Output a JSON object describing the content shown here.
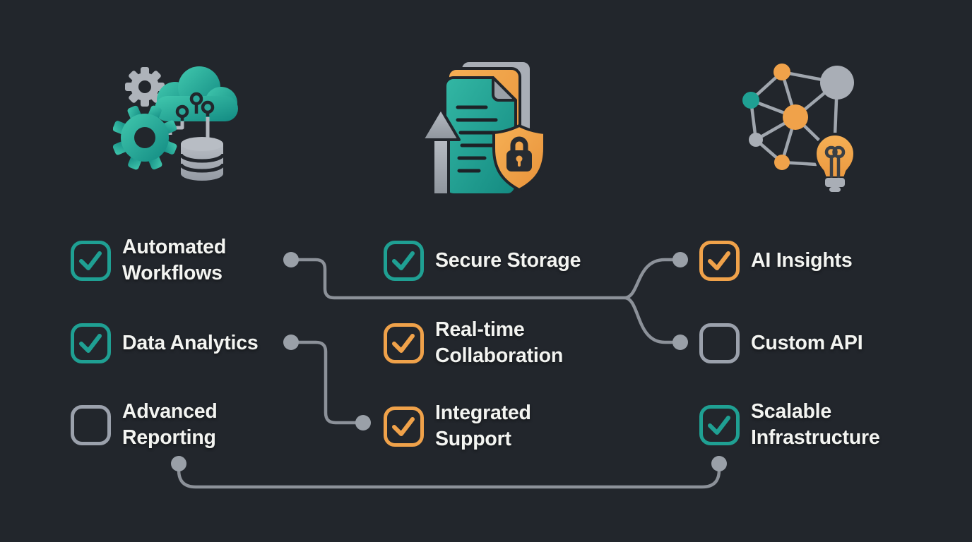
{
  "palette": {
    "background": "#22262c",
    "text": "#f3f4f1",
    "teal": "#1fa093",
    "orange": "#f0a24a",
    "gray": "#9ba1ac",
    "connector_line": "#8c9199",
    "connector_dot": "#9aa0a8"
  },
  "icons": [
    {
      "name": "gears-cloud-database-icon"
    },
    {
      "name": "document-upload-shield-lock-icon"
    },
    {
      "name": "network-nodes-lightbulb-icon"
    }
  ],
  "columns": [
    {
      "items": [
        {
          "label": "Automated\nWorkflows",
          "state": "checked",
          "color": "teal"
        },
        {
          "label": "Data Analytics",
          "state": "checked",
          "color": "teal"
        },
        {
          "label": "Advanced\nReporting",
          "state": "unchecked",
          "color": "gray"
        }
      ]
    },
    {
      "items": [
        {
          "label": "Secure Storage",
          "state": "checked",
          "color": "teal"
        },
        {
          "label": "Real-time\nCollaboration",
          "state": "checked",
          "color": "orange"
        },
        {
          "label": "Integrated\nSupport",
          "state": "checked",
          "color": "orange"
        }
      ]
    },
    {
      "items": [
        {
          "label": "AI Insights",
          "state": "checked",
          "color": "orange"
        },
        {
          "label": "Custom API",
          "state": "unchecked",
          "color": "gray"
        },
        {
          "label": "Scalable\nInfrastructure",
          "state": "checked",
          "color": "teal"
        }
      ]
    }
  ]
}
